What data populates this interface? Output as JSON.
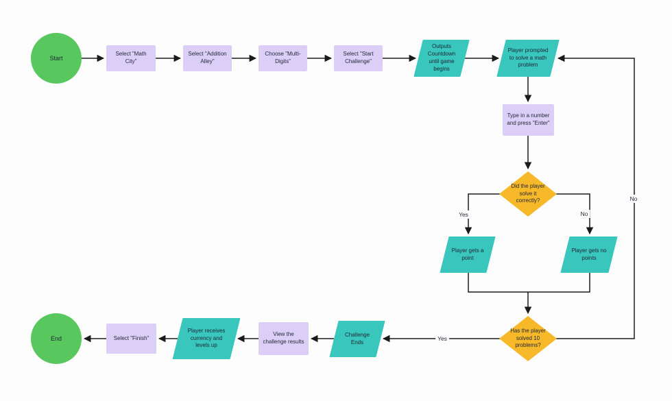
{
  "colors": {
    "terminal": "#57c75e",
    "process": "#dccff7",
    "io": "#38c6bd",
    "decision": "#f7b82a",
    "line": "#1a1a1a"
  },
  "nodes": [
    {
      "id": "start",
      "type": "terminal",
      "label": "Start"
    },
    {
      "id": "select-math-city",
      "type": "process",
      "label": "Select \"Math City\""
    },
    {
      "id": "select-addition-alley",
      "type": "process",
      "label": "Select \"Addition Alley\""
    },
    {
      "id": "choose-multi-digits",
      "type": "process",
      "label": "Choose \"Multi-Digits\""
    },
    {
      "id": "select-start-challenge",
      "type": "process",
      "label": "Select \"Start Challenge\""
    },
    {
      "id": "outputs-countdown",
      "type": "io",
      "label": "Outputs Countdown until game begins"
    },
    {
      "id": "player-prompted",
      "type": "io",
      "label": "Player prompted to solve a math problem"
    },
    {
      "id": "type-number",
      "type": "process",
      "label": "Type in a number and press \"Enter\""
    },
    {
      "id": "did-player-solve",
      "type": "decision",
      "label": "Did the player solve it correctly?"
    },
    {
      "id": "player-gets-point",
      "type": "io",
      "label": "Player gets a point"
    },
    {
      "id": "player-gets-no-points",
      "type": "io",
      "label": "Player gets no points"
    },
    {
      "id": "has-player-solved-10",
      "type": "decision",
      "label": "Has the player solved 10 problems?"
    },
    {
      "id": "challenge-ends",
      "type": "io",
      "label": "Challenge Ends"
    },
    {
      "id": "view-results",
      "type": "process",
      "label": "View the challenge results"
    },
    {
      "id": "player-receives",
      "type": "io",
      "label": "Player receives currency and levels up"
    },
    {
      "id": "select-finish",
      "type": "process",
      "label": "Select \"Finish\""
    },
    {
      "id": "end",
      "type": "terminal",
      "label": "End"
    }
  ],
  "edge_labels": {
    "decision1_yes": "Yes",
    "decision1_no": "No",
    "loop_no": "No",
    "decision2_yes": "Yes"
  }
}
